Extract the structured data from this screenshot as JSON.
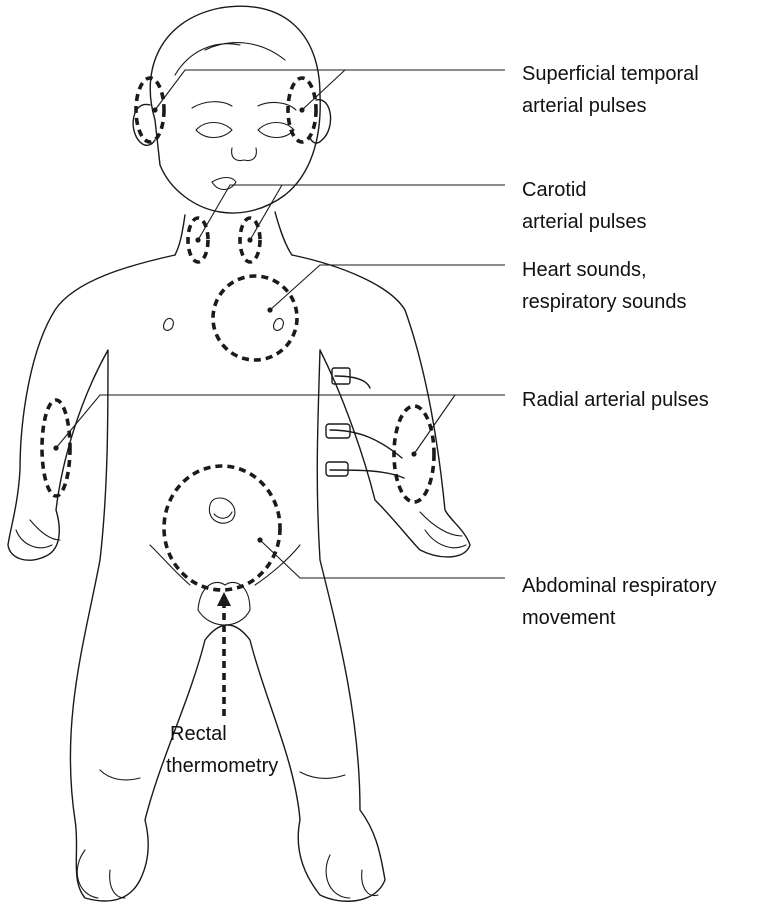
{
  "labels": {
    "temporal": [
      "Superficial temporal",
      "arterial pulses"
    ],
    "carotid": [
      "Carotid",
      "arterial pulses"
    ],
    "heart": [
      "Heart sounds,",
      "respiratory sounds"
    ],
    "radial": [
      "Radial arterial pulses"
    ],
    "abdominal": [
      "Abdominal respiratory",
      "movement"
    ],
    "rectal": [
      "Rectal",
      "thermometry"
    ]
  },
  "colors": {
    "line": "#1a1a1a",
    "background": "#ffffff"
  }
}
